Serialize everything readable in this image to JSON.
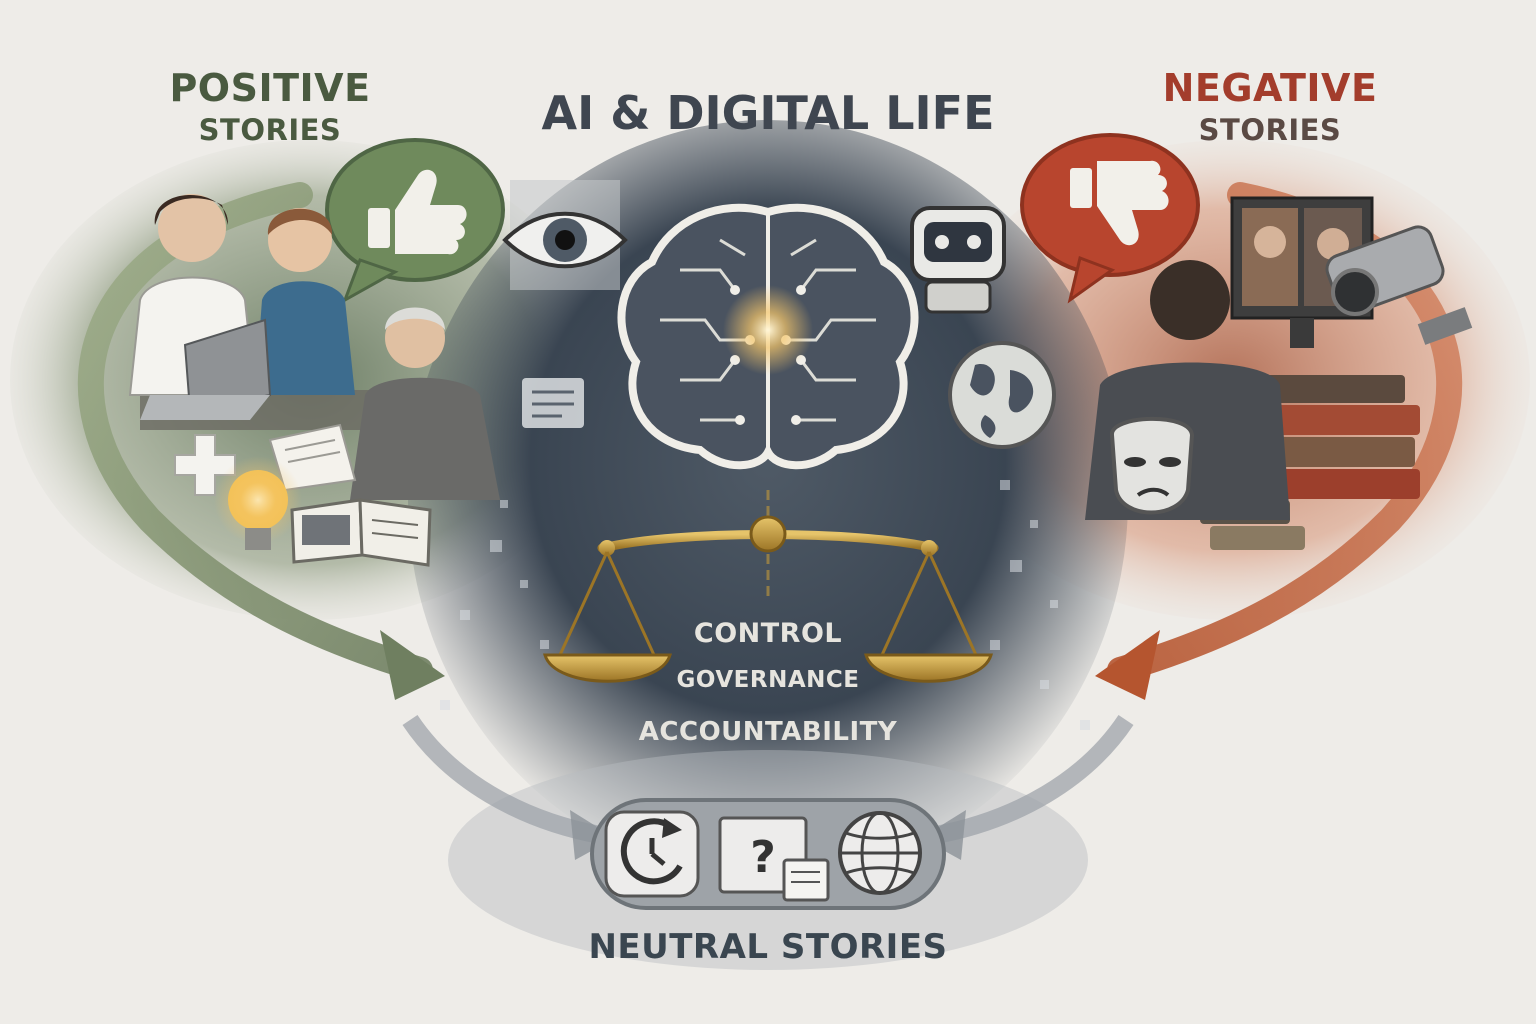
{
  "diagram": {
    "title": "AI & DIGITAL LIFE",
    "positive": {
      "heading": "POSITIVE",
      "subheading": "STORIES"
    },
    "negative": {
      "heading": "NEGATIVE",
      "subheading": "STORIES"
    },
    "center_terms": [
      "CONTROL",
      "GOVERNANCE",
      "ACCOUNTABILITY"
    ],
    "neutral": {
      "label": "NEUTRAL STORIES"
    }
  },
  "colors": {
    "background": "#eeece8",
    "positive_accent": "#6f8a5c",
    "negative_accent": "#b8452e",
    "center_dark": "#3a4552",
    "scale_gold": "#c49a3a",
    "title_text": "#3f4650"
  },
  "icons": {
    "positive_bubble": "thumbs-up-icon",
    "negative_bubble": "thumbs-down-icon",
    "neutral_icons": [
      "clock-cycle-icon",
      "question-document-icon",
      "globe-icon"
    ]
  }
}
